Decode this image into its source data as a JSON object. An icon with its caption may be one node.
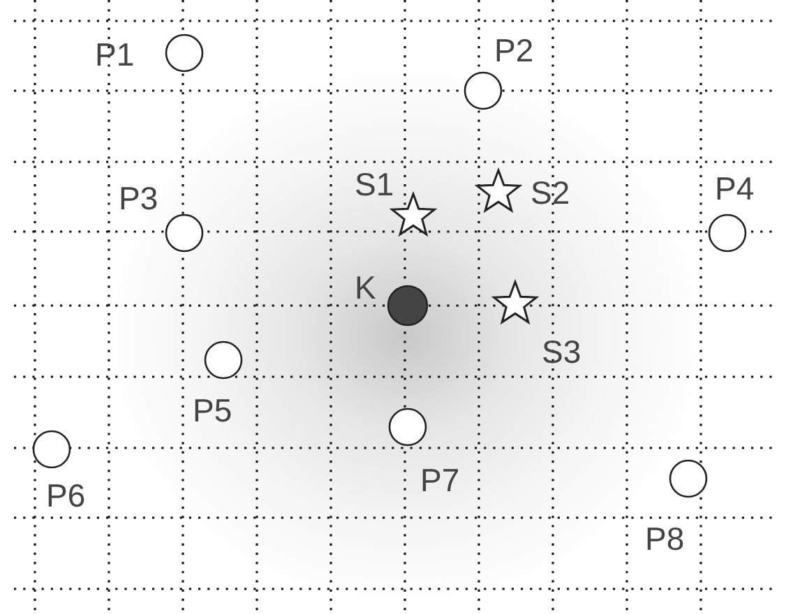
{
  "diagram": {
    "nodes": [
      {
        "text": [
          "P1"
        ]
      },
      {
        "text": [
          "P2"
        ]
      },
      {
        "text": [
          "S1"
        ]
      },
      {
        "text": [
          "S2"
        ]
      },
      {
        "text": [
          "P3"
        ]
      },
      {
        "text": [
          "P4"
        ]
      },
      {
        "text": [
          "K"
        ]
      },
      {
        "text": [
          "S3"
        ]
      },
      {
        "text": [
          "P5"
        ]
      },
      {
        "text": [
          "P7"
        ]
      },
      {
        "text": [
          "P6"
        ]
      },
      {
        "text": [
          "P8"
        ]
      }
    ]
  }
}
